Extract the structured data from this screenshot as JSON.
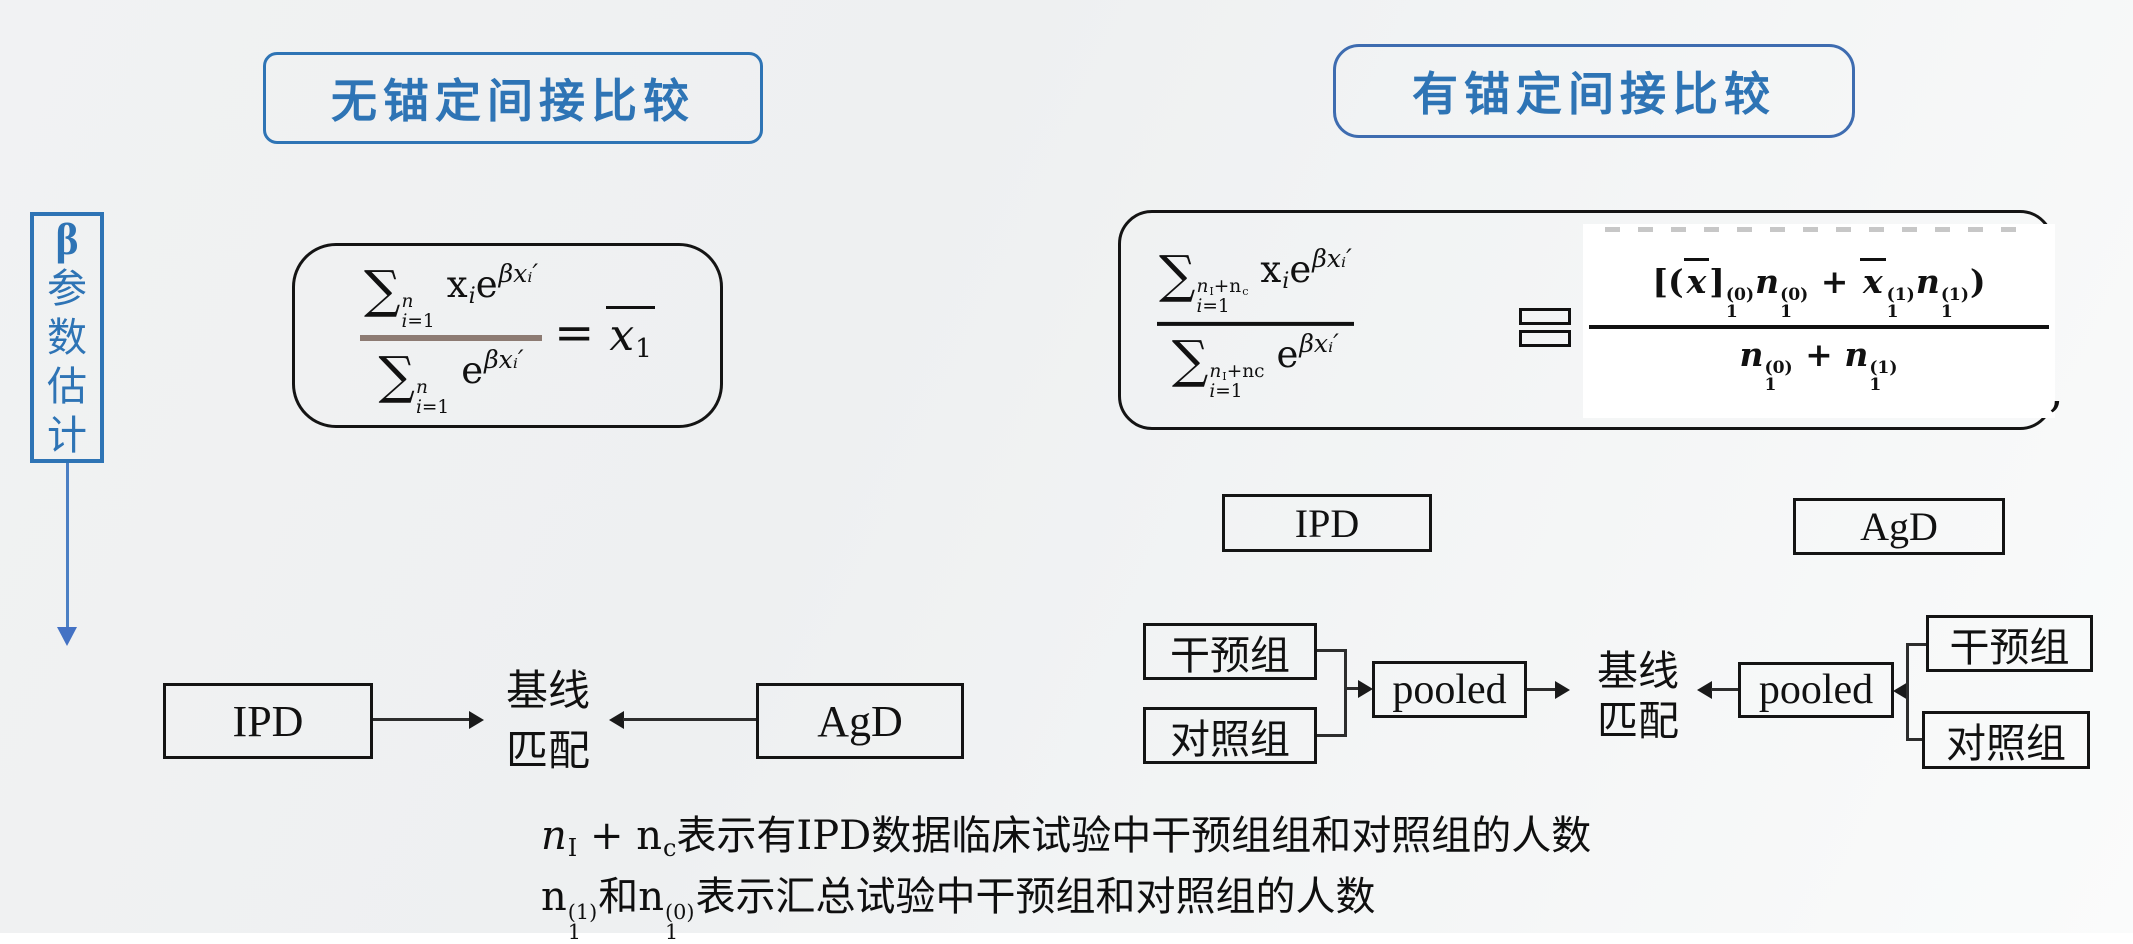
{
  "titles": {
    "left": "无锚定间接比较",
    "right": "有锚定间接比较"
  },
  "beta": {
    "symbol": "β",
    "label": "参数估计"
  },
  "formula_left": {
    "numerator": [
      {
        "sig": true
      },
      {
        "lims": {
          "top": [
            {
              "i": "n"
            }
          ],
          "bot": [
            {
              "i": "i"
            },
            {
              "s": "=1"
            }
          ]
        }
      },
      {
        "sp": 6
      },
      {
        "s": "x"
      },
      {
        "sub": "i"
      },
      {
        "s": "e"
      },
      {
        "sup": "βxᵢ′"
      }
    ],
    "denominator": [
      {
        "sig": true
      },
      {
        "lims": {
          "top": [
            {
              "i": "n"
            }
          ],
          "bot": [
            {
              "i": "i"
            },
            {
              "s": "=1"
            }
          ]
        }
      },
      {
        "sp": 6
      },
      {
        "s": "e"
      },
      {
        "sup": "βxᵢ′"
      }
    ],
    "equals": [
      {
        "s": "="
      }
    ],
    "result": [
      {
        "barg": [
          {
            "i": "x"
          },
          {
            "subr": "1"
          }
        ]
      }
    ]
  },
  "formula_right": {
    "numerator": [
      {
        "sig": true
      },
      {
        "lims": {
          "top": [
            {
              "i": "n"
            },
            {
              "subr": "I"
            },
            {
              "s": "+n"
            },
            {
              "subr": "c"
            }
          ],
          "bot": [
            {
              "i": "i"
            },
            {
              "s": "=1"
            }
          ]
        }
      },
      {
        "sp": 6
      },
      {
        "s": "x"
      },
      {
        "sub": "i"
      },
      {
        "s": "e"
      },
      {
        "sup": "βxᵢ′"
      }
    ],
    "denominator": [
      {
        "sig": true
      },
      {
        "lims": {
          "top": [
            {
              "i": "n"
            },
            {
              "subr": "I"
            },
            {
              "s": "+nc"
            }
          ],
          "bot": [
            {
              "i": "i"
            },
            {
              "s": "=1"
            }
          ]
        }
      },
      {
        "sp": 6
      },
      {
        "s": "e"
      },
      {
        "sup": "βxᵢ′"
      }
    ]
  },
  "white_panel": {
    "numerator": [
      {
        "s": "[("
      },
      {
        "barg": [
          {
            "i": "x"
          }
        ]
      },
      {
        "s": "]"
      },
      {
        "ss": {
          "sup": "(0)",
          "sub": "1"
        }
      },
      {
        "i": "n"
      },
      {
        "ss": {
          "sup": "(0)",
          "sub": "1"
        }
      },
      {
        "s": " + "
      },
      {
        "barg": [
          {
            "i": "x"
          }
        ]
      },
      {
        "ss": {
          "sup": "(1)",
          "sub": "1"
        }
      },
      {
        "i": "n"
      },
      {
        "ss": {
          "sup": "(1)",
          "sub": "1"
        }
      },
      {
        "s": ")"
      }
    ],
    "denominator": [
      {
        "i": "n"
      },
      {
        "ss": {
          "sup": "(0)",
          "sub": "1"
        }
      },
      {
        "s": " + "
      },
      {
        "i": "n"
      },
      {
        "ss": {
          "sup": "(1)",
          "sub": "1"
        }
      }
    ],
    "comma": ","
  },
  "mid_labels": {
    "ipd": "IPD",
    "agd": "AgD"
  },
  "flow_left": {
    "ipd": "IPD",
    "agd": "AgD",
    "baseline": "基线\n匹配"
  },
  "flow_right": {
    "intervention_left": "干预组",
    "control_left": "对照组",
    "pooled_left": "pooled",
    "baseline": "基线\n匹配",
    "pooled_right": "pooled",
    "intervention_right": "干预组",
    "control_right": "对照组"
  },
  "notes": {
    "line1": [
      {
        "i": "n"
      },
      {
        "subr": "I"
      },
      {
        "s": " + n"
      },
      {
        "subr": "c"
      },
      {
        "s": "表示有IPD数据临床试验中干预组组和对照组的人数"
      }
    ],
    "line2": [
      {
        "s": "n"
      },
      {
        "ss": {
          "sup": "(1)",
          "sub": "1"
        }
      },
      {
        "s": "和n"
      },
      {
        "ss": {
          "sup": "(0)",
          "sub": "1"
        }
      },
      {
        "s": "表示汇总试验中干预组和对照组的人数"
      }
    ]
  },
  "colors": {
    "accent_blue": "#2E74B5",
    "box_border": "#141414",
    "fraction_bar_tan": "#8d7b73",
    "background": "#f1f2f3"
  }
}
